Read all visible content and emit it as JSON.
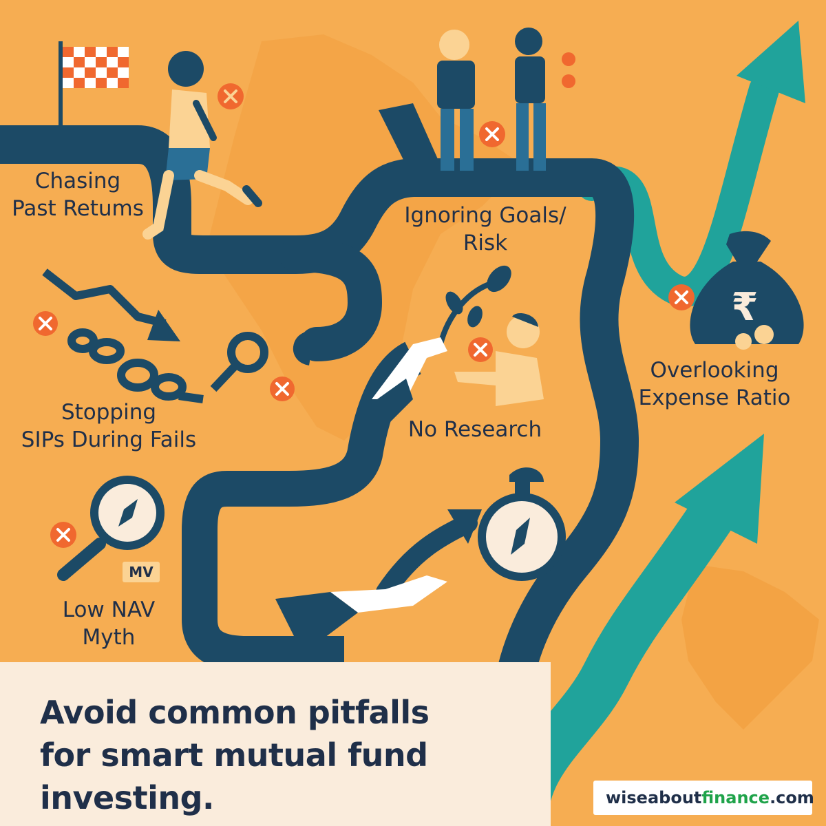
{
  "labels": {
    "chasing_line1": "Chasing",
    "chasing_line2": "Past Retums",
    "ignoring_line1": "Ignoring Goals/",
    "ignoring_line2": "Risk",
    "stopping_line1": "Stopping",
    "stopping_line2": "SIPs During Fails",
    "no_research": "No Research",
    "overlooking_line1": "Overlooking",
    "overlooking_line2": "Expense Ratio",
    "lownav_line1": "Low NAV",
    "lownav_line2": "Myth",
    "mv_badge": "MV"
  },
  "tagline": {
    "line1": "Avoid common pitfalls",
    "line2": "for smart mutual fund",
    "line3": "investing."
  },
  "brand": {
    "prefix": "wiseabout",
    "accent": "finance",
    "suffix": ".com"
  },
  "icons": {
    "currency_symbol": "₹",
    "cross_symbol": "✕"
  },
  "colors": {
    "background": "#f6ad52",
    "road": "#1c4a66",
    "teal": "#20a39b",
    "warning": "#f0682f",
    "panel": "#faecdc"
  }
}
